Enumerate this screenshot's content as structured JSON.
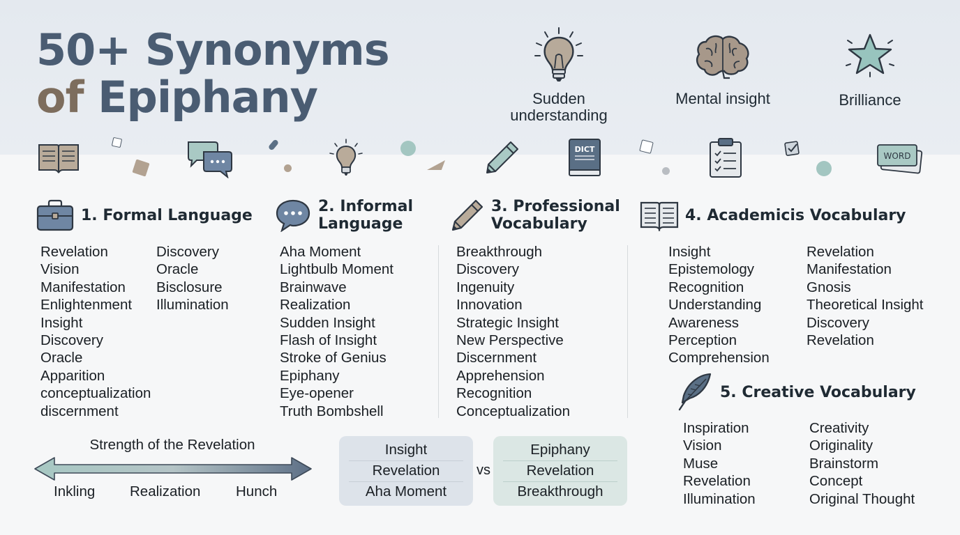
{
  "title": {
    "line1": "50+ Synonyms",
    "line2a": "of",
    "line2b": "Epiphany"
  },
  "hero_icons": [
    {
      "icon": "lightbulb-icon",
      "label": "Sudden understanding"
    },
    {
      "icon": "brain-icon",
      "label": "Mental insight"
    },
    {
      "icon": "star-icon",
      "label": "Brilliance"
    }
  ],
  "decor": {
    "dict_label": "DICT",
    "word_label": "WORD"
  },
  "categories": [
    {
      "title": "1. Formal Language",
      "icon": "briefcase-icon",
      "col1": [
        "Revelation",
        "Vision",
        "Manifestation",
        "Enlightenment",
        "Insight",
        "Discovery",
        "Oracle",
        "Apparition",
        "conceptualization",
        "discernment"
      ],
      "col2": [
        "Discovery",
        "Oracle",
        "Bisclosure",
        "Illumination"
      ]
    },
    {
      "title_l1": "2. Informal",
      "title_l2": "Language",
      "icon": "speech-bubble-icon",
      "col1": [
        "Aha Moment",
        "Lightbulb Moment",
        "Brainwave",
        "Realization",
        "Sudden Insight",
        "Flash of Insight",
        "Stroke of Genius",
        "Epiphany",
        "Eye-opener",
        "Truth Bombshell"
      ]
    },
    {
      "title_l1": "3. Professional",
      "title_l2": "Vocabulary",
      "icon": "pencil-icon",
      "col1": [
        "Breakthrough",
        "Discovery",
        "Ingenuity",
        "Innovation",
        "Strategic Insight",
        "New Perspective",
        "Discernment",
        "Apprehension",
        "Recognition",
        "Conceptualization"
      ]
    },
    {
      "title": "4. Academicis Vocabulary",
      "icon": "open-book-icon",
      "col1": [
        "Insight",
        "Epistemology",
        "Recognition",
        "Understanding",
        "Awareness",
        "Perception",
        "Comprehension"
      ],
      "col2": [
        "Revelation",
        "Manifestation",
        "Gnosis",
        "Theoretical Insight",
        "Discovery",
        "Revelation"
      ]
    },
    {
      "title": "5. Creative Vocabulary",
      "icon": "feather-quill-icon",
      "col1": [
        "Inspiration",
        "Vision",
        "Muse",
        "Revelation",
        "Illumination"
      ],
      "col2": [
        "Creativity",
        "Originality",
        "Brainstorm",
        "Concept",
        "Original Thought"
      ]
    }
  ],
  "strength": {
    "title": "Strength of the Revelation",
    "labels": [
      "Inkling",
      "Realization",
      "Hunch"
    ]
  },
  "comparison": {
    "left": [
      "Insight",
      "Revelation",
      "Aha Moment"
    ],
    "vs": "vs",
    "right": [
      "Epiphany",
      "Revelation",
      "Breakthrough"
    ]
  },
  "colors": {
    "title_blue": "#4a5c72",
    "title_brown": "#7d6d5d",
    "accent_teal": "#9fc2bd",
    "icon_slate": "#5a6f85"
  }
}
